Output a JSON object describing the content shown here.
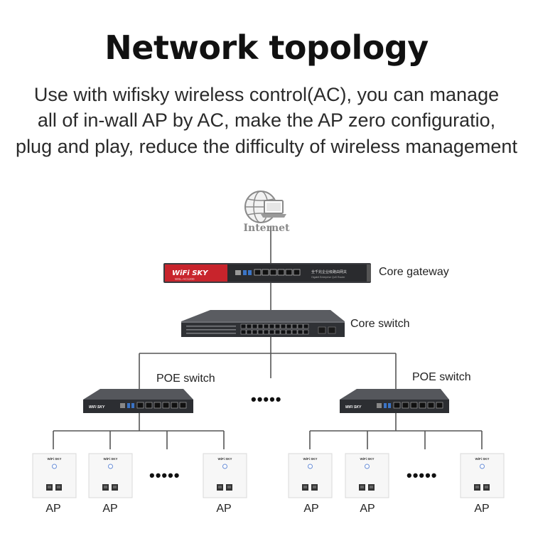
{
  "title": "Network topology",
  "description": [
    "Use with wifisky wireless control(AC), you can manage",
    "all of in-wall AP by AC, make the AP zero configuratio,",
    "plug and play, reduce the difficulty of wireless management"
  ],
  "internet_label": "Internet",
  "core_gateway": {
    "label": "Core gateway",
    "brand": "WiFi SKY",
    "model": "WSL-AC1200",
    "caption": "全千兆企业级路由网关",
    "sub": "Gigabit Enterprise QoS Router"
  },
  "core_switch": {
    "label": "Core switch"
  },
  "poe_left": {
    "label": "POE switch",
    "brand": "WiFi SKY"
  },
  "poe_right": {
    "label": "POE switch",
    "brand": "WiFi SKY"
  },
  "ellipsis": "•••••",
  "ap_label": "AP",
  "ap_brand": "WiFi SKY",
  "colors": {
    "gateway_red": "#c8242c",
    "switch_dark": "#2b2d31",
    "line": "#555555"
  }
}
